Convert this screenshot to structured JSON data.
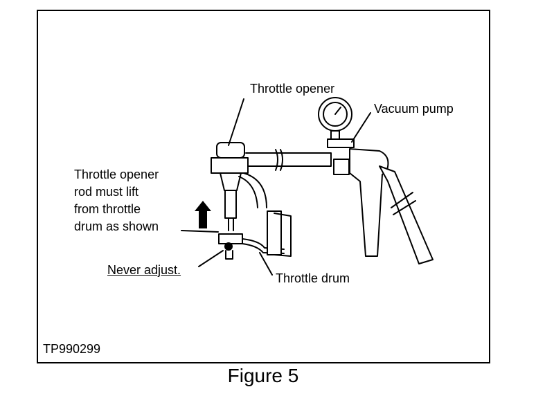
{
  "labels": {
    "throttle_opener": "Throttle opener",
    "vacuum_pump": "Vacuum pump",
    "note_lines": [
      "Throttle opener",
      "rod must lift",
      "from throttle",
      "drum as shown"
    ],
    "never_adjust": "Never adjust.",
    "throttle_drum": "Throttle drum"
  },
  "figure_code": "TP990299",
  "caption": "Figure 5"
}
